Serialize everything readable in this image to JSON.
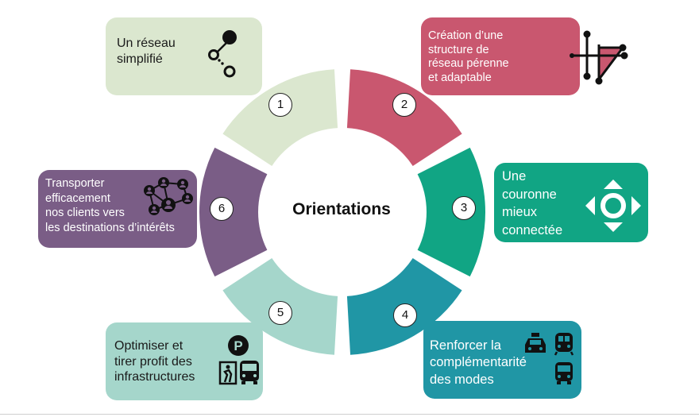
{
  "title": "Orientations",
  "items": [
    {
      "number": "1",
      "lines": [
        "Un réseau",
        "simplifié"
      ],
      "color": "#dbe7cf",
      "icon": "network-simplified-icon"
    },
    {
      "number": "2",
      "lines": [
        "Création d’une",
        "structure de",
        "réseau pérenne",
        "et adaptable"
      ],
      "color": "#c9576f",
      "icon": "network-structure-icon"
    },
    {
      "number": "3",
      "lines": [
        "Une",
        "couronne",
        "mieux",
        "connectée"
      ],
      "color": "#11a584",
      "icon": "connected-ring-icon"
    },
    {
      "number": "4",
      "lines": [
        "Renforcer la",
        "complémentarité",
        "des modes"
      ],
      "color": "#2096a5",
      "icon": "transport-modes-icon"
    },
    {
      "number": "5",
      "lines": [
        "Optimiser et",
        "tirer profit des",
        "infrastructures"
      ],
      "color": "#a5d6cb",
      "icon": "infrastructure-icon"
    },
    {
      "number": "6",
      "lines": [
        "Transporter",
        "efficacement",
        "nos clients vers",
        "les destinations d’intérêts"
      ],
      "color": "#7a5d86",
      "icon": "people-network-icon"
    }
  ]
}
